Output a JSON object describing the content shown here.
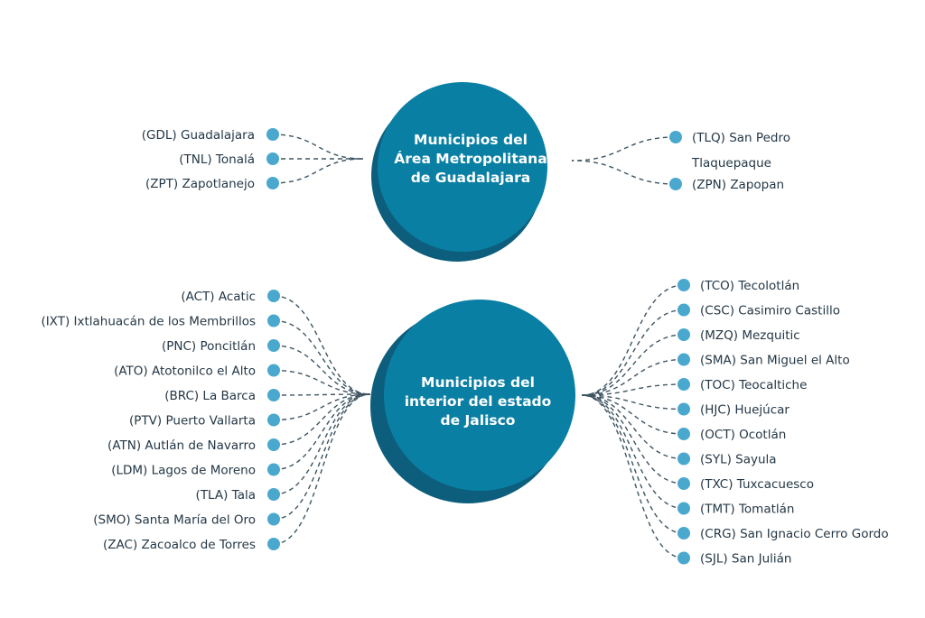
{
  "colors": {
    "hub_fill": "#0a7fa4",
    "hub_shadow": "#0d5e7c",
    "dot": "#4aa8cf",
    "connector": "#3e5563",
    "label_text": "#243746",
    "hub_text": "#ffffff"
  },
  "top_group": {
    "title_lines": [
      "Municipios del",
      "Área Metropolitana",
      "de Guadalajara"
    ],
    "left": [
      "(GDL) Guadalajara",
      "(TNL) Tonalá",
      "(ZPT) Zapotlanejo"
    ],
    "right": [
      [
        "(TLQ) San Pedro",
        "Tlaquepaque"
      ],
      [
        "(ZPN) Zapopan"
      ]
    ]
  },
  "bottom_group": {
    "title_lines": [
      "Municipios del",
      "interior del estado",
      "de Jalisco"
    ],
    "left": [
      "(ACT) Acatic",
      "(IXT) Ixtlahuacán de los Membrillos",
      "(PNC) Poncitlán",
      "(ATO) Atotonilco el Alto",
      "(BRC) La Barca",
      "(PTV) Puerto Vallarta",
      "(ATN) Autlán de Navarro",
      "(LDM) Lagos de Moreno",
      "(TLA) Tala",
      "(SMO) Santa María del Oro",
      "(ZAC) Zacoalco de Torres"
    ],
    "right": [
      "(TCO) Tecolotlán",
      "(CSC) Casimiro Castillo",
      "(MZQ) Mezquitic",
      "(SMA) San Miguel el Alto",
      "(TOC) Teocaltiche",
      "(HJC) Huejúcar",
      "(OCT) Ocotlán",
      "(SYL) Sayula",
      "(TXC) Tuxcacuesco",
      "(TMT) Tomatlán",
      "(CRG) San Ignacio Cerro Gordo",
      "(SJL) San Julián"
    ]
  }
}
